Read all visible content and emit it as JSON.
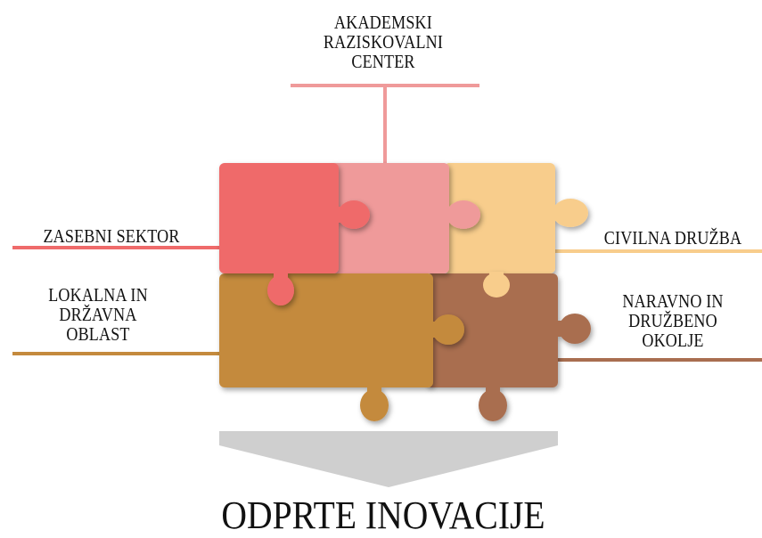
{
  "labels": {
    "top": [
      "AKADEMSKI",
      "RAZISKOVALNI",
      "CENTER"
    ],
    "left_1": [
      "ZASEBNI SEKTOR"
    ],
    "left_2": [
      "LOKALNA IN",
      "DRŽAVNA",
      "OBLAST"
    ],
    "right_1": [
      "CIVILNA DRUŽBA"
    ],
    "right_2": [
      "NARAVNO IN",
      "DRUŽBENO",
      "OKOLJE"
    ]
  },
  "result": "ODPRTE INOVACIJE",
  "colors": {
    "academic": "#ef9a9a",
    "private": "#ef6b6b",
    "civil": "#f8cd8c",
    "government": "#c48a3d",
    "environment": "#a96e50",
    "arrow": "#cfcfcf"
  }
}
